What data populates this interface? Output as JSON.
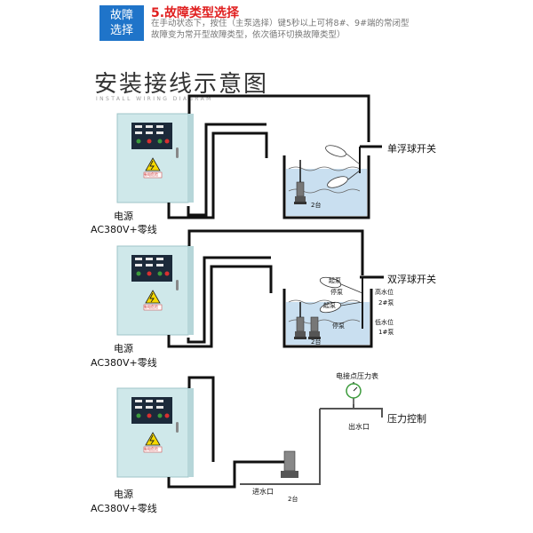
{
  "header": {
    "badge_line1": "故障",
    "badge_line2": "选择",
    "title": "5.故障类型选择",
    "desc": "在手动状态下，按住（主泵选择）键5秒以上可将8#、9#端的常闭型故障变为常开型故障类型，依次循环切换故障类型）"
  },
  "main_title": "安装接线示意图",
  "main_subtitle": "INSTALL WIRING DIAGRAM",
  "cabinet": {
    "warning_text": "有电危险"
  },
  "panel1": {
    "power_label": "电源",
    "supply_label": "AC380V+零线",
    "switch_label": "单浮球开关",
    "pump_label": "2台"
  },
  "panel2": {
    "power_label": "电源",
    "supply_label": "AC380V+零线",
    "switch_label": "双浮球开关",
    "start_top": "起泵",
    "stop_top": "停泵",
    "high_level": "高水位",
    "pump2": "2#泵",
    "start_bottom": "起泵",
    "stop_bottom": "停泵",
    "low_level": "低水位",
    "pump1": "1#泵",
    "pump_label": "2台"
  },
  "panel3": {
    "power_label": "电源",
    "supply_label": "AC380V+零线",
    "gauge_label": "电接点压力表",
    "control_label": "压力控制",
    "outlet_label": "出水口",
    "inlet_label": "进水口",
    "pump_label": "2台"
  },
  "colors": {
    "cabinet": "#cfe8ea",
    "cabinet_edge": "#9fc4c8",
    "display": "#1c2a3a",
    "accent_blue": "#1f74c9",
    "title_red": "#e02020",
    "water": "#c9dff0",
    "gauge_green": "#3a9a3a"
  }
}
